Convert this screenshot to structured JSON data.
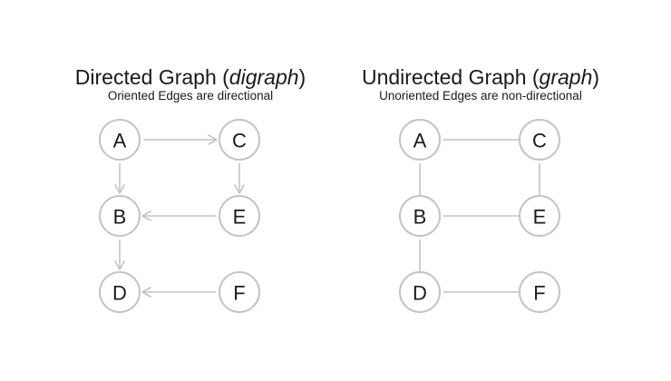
{
  "left_panel": {
    "title_main": "Directed Graph (",
    "title_italic": "digraph",
    "title_close": ")",
    "subtitle": "Oriented Edges are directional",
    "directed": true,
    "nodes": [
      "A",
      "C",
      "B",
      "E",
      "D",
      "F"
    ],
    "edges": [
      {
        "from": "A",
        "to": "C"
      },
      {
        "from": "A",
        "to": "B"
      },
      {
        "from": "C",
        "to": "E"
      },
      {
        "from": "E",
        "to": "B"
      },
      {
        "from": "B",
        "to": "D"
      },
      {
        "from": "F",
        "to": "D"
      }
    ]
  },
  "right_panel": {
    "title_main": "Undirected Graph (",
    "title_italic": "graph",
    "title_close": ")",
    "subtitle": "Unoriented Edges are non-directional",
    "directed": false,
    "nodes": [
      "A",
      "C",
      "B",
      "E",
      "D",
      "F"
    ],
    "edges": [
      {
        "from": "A",
        "to": "C"
      },
      {
        "from": "A",
        "to": "B"
      },
      {
        "from": "C",
        "to": "E"
      },
      {
        "from": "B",
        "to": "E"
      },
      {
        "from": "B",
        "to": "D"
      },
      {
        "from": "D",
        "to": "F"
      }
    ]
  },
  "colors": {
    "node_stroke": "#c4c4c4",
    "edge": "#c4c4c4",
    "text": "#1a1a1a"
  }
}
